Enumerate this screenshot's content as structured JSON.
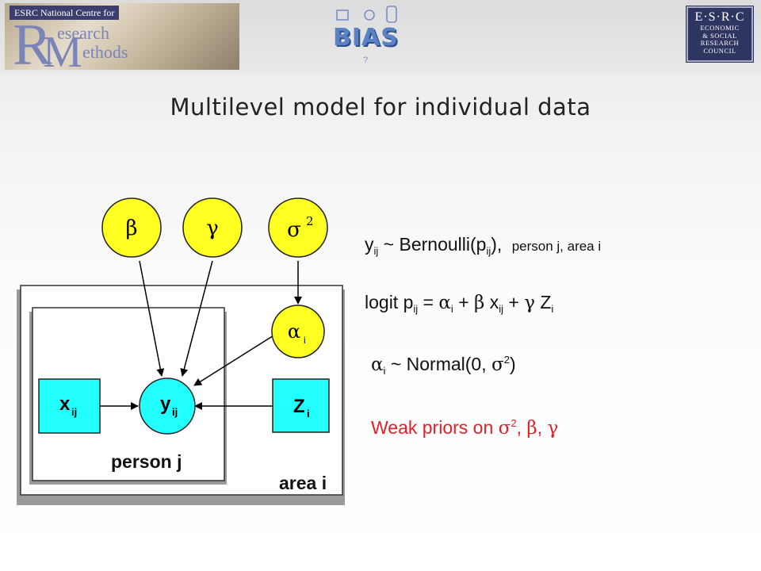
{
  "header": {
    "ncrm_logo": {
      "top_line": "ESRC National Centre for",
      "letter_r": "R",
      "letter_m": "M",
      "word_research": "esearch",
      "word_methods": "ethods"
    },
    "bias_logo": {
      "text": "BIAS",
      "mark": "?"
    },
    "esrc_logo": {
      "head": "E·S·R·C",
      "lines": [
        "ECONOMIC",
        "& SOCIAL",
        "RESEARCH",
        "COUNCIL"
      ]
    }
  },
  "slide": {
    "title": "Multilevel model for individual data"
  },
  "diagram": {
    "nodes": {
      "beta": "β",
      "gamma": "γ",
      "sigma": "σ",
      "sigma_sup": "2",
      "alpha": "α",
      "alpha_sub": "i",
      "x": "x",
      "x_sub": "ij",
      "y": "y",
      "y_sub": "ij",
      "z": "Z",
      "z_sub": "i"
    },
    "plates": {
      "person": "person j",
      "area": "area i"
    },
    "colors": {
      "parameter_node": "#ffff22",
      "observed_node": "#22ffff",
      "edge": "#000000"
    }
  },
  "equations": {
    "eq1": {
      "y": "y",
      "y_sub": "ij",
      "mid": " ~ Bernoulli(p",
      "p_sub": "ij",
      "end": "),",
      "note": "person j, area i"
    },
    "eq2": {
      "lhs": "logit p",
      "lhs_sub": "ij",
      "eq": " = ",
      "alpha": "α",
      "alpha_sub": "i",
      "plus1": " + ",
      "beta": "β",
      "x": " x",
      "x_sub": "ij",
      "plus2": " + ",
      "gamma": "γ",
      "z": " Z",
      "z_sub": "i"
    },
    "eq3": {
      "alpha": "α",
      "alpha_sub": "i",
      "mid": " ~ Normal(0, ",
      "sigma": "σ",
      "sigma_sup": "2",
      "end": ")"
    },
    "eq4": {
      "text": "Weak priors on ",
      "sigma": "σ",
      "sigma_sup": "2",
      "sep1": ", ",
      "beta": "β",
      "sep2": ", ",
      "gamma": "γ"
    },
    "colors": {
      "text": "#111111",
      "priors": "#e0202a"
    }
  }
}
